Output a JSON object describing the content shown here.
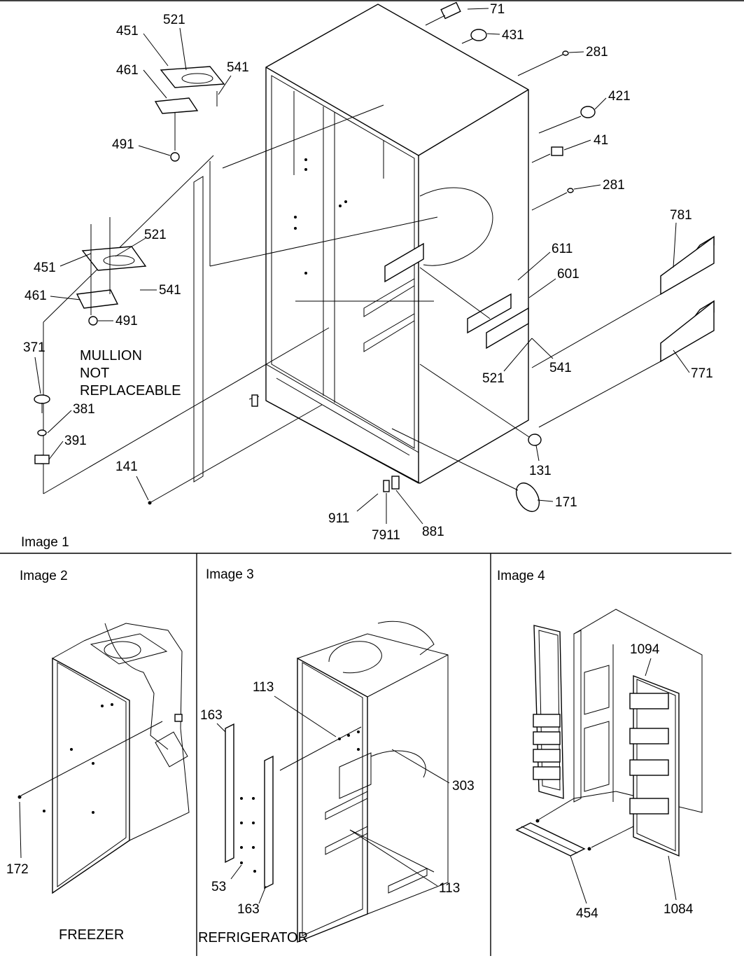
{
  "image1": {
    "caption": "Image 1",
    "mullion_note": [
      "MULLION",
      "NOT",
      "REPLACEABLE"
    ],
    "parts": [
      "71",
      "431",
      "281",
      "421",
      "41",
      "281",
      "781",
      "611",
      "601",
      "541",
      "521",
      "771",
      "131",
      "171",
      "881",
      "7911",
      "911",
      "141",
      "391",
      "381",
      "371",
      "451",
      "461",
      "521",
      "541",
      "491",
      "451",
      "521",
      "461",
      "541",
      "491"
    ]
  },
  "image2": {
    "caption": "Image 2",
    "label": "FREEZER",
    "parts": [
      "172"
    ]
  },
  "image3": {
    "caption": "Image 3",
    "label": "REFRIGERATOR",
    "parts": [
      "113",
      "163",
      "303",
      "113",
      "53",
      "163"
    ]
  },
  "image4": {
    "caption": "Image 4",
    "parts": [
      "1094",
      "454",
      "1084"
    ]
  }
}
